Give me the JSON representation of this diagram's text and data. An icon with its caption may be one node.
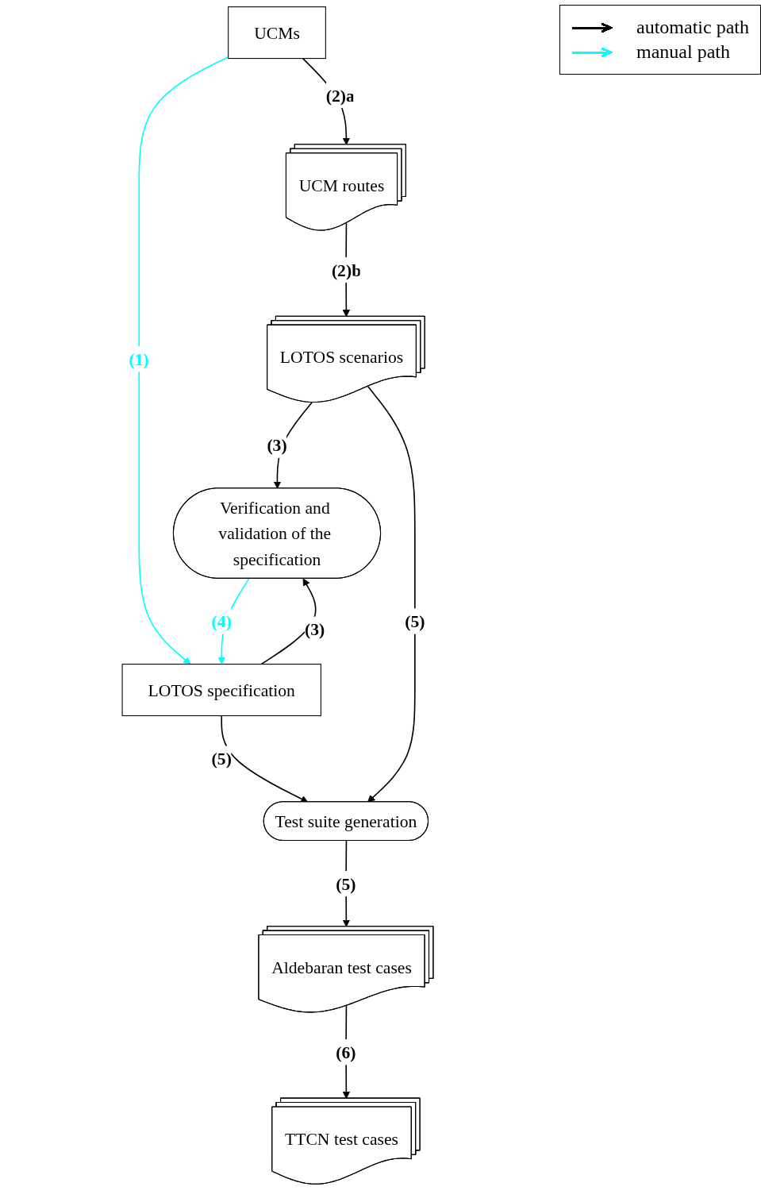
{
  "diagram": {
    "nodes": [
      {
        "text": [
          "UCMs"
        ]
      },
      {
        "text": [
          "UCM routes"
        ]
      },
      {
        "text": [
          "LOTOS specification"
        ]
      },
      {
        "text": [
          "LOTOS scenarios"
        ]
      },
      {
        "text": [
          "Verification and validation of the specification"
        ]
      },
      {
        "text": [
          "Test suite generation"
        ]
      },
      {
        "text": [
          "Aldebaran test cases"
        ]
      },
      {
        "text": [
          "TTCN test cases"
        ]
      }
    ],
    "edges": [
      {
        "from": 0,
        "to": 1,
        "arrow": "to",
        "label": "(2)a"
      },
      {
        "from": 0,
        "to": 2,
        "arrow": "to",
        "label": "(1)",
        "color": "#00ffff"
      },
      {
        "from": 4,
        "to": 2,
        "arrow": "to",
        "label": "(4)",
        "color": "#00ffff"
      },
      {
        "from": 1,
        "to": 3,
        "arrow": "to",
        "label": "(2)b"
      },
      {
        "from": 2,
        "to": 4,
        "arrow": "to",
        "label": "(3)"
      },
      {
        "from": 3,
        "to": 4,
        "arrow": "to",
        "label": "(3)"
      },
      {
        "from": 2,
        "to": 5,
        "arrow": "to",
        "label": "(5)"
      },
      {
        "from": 3,
        "to": 5,
        "arrow": "to",
        "label": "(5)"
      },
      {
        "from": 5,
        "to": 6,
        "arrow": "to",
        "label": "(5)"
      },
      {
        "from": 6,
        "to": 7,
        "arrow": "to",
        "label": "(6)"
      }
    ],
    "legend": [
      {
        "text": "automatic path",
        "color": "#000000"
      },
      {
        "text": "manual path",
        "color": "#00ffff"
      }
    ]
  }
}
